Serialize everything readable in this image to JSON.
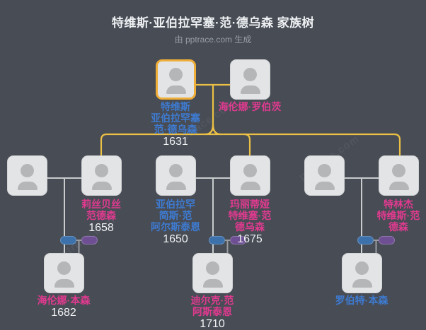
{
  "header": {
    "title": "特维斯·亚伯拉罕塞·范·德乌森 家族树",
    "subtitle": "由 pptrace.com 生成"
  },
  "watermark": "pptrace.com",
  "colors": {
    "background": "#474c55",
    "card_fill": "#e3e4e6",
    "avatar_gray": "#b5b6b8",
    "male_name": "#3e7bd2",
    "female_name": "#e23a90",
    "year_text": "#f1f2f4",
    "highlight_border": "#efae38",
    "lineage_line_yellow": "#ecc044",
    "spouse_line_gray": "#c9cbcd",
    "record_badge_blue": "#3c71ab",
    "record_badge_purple": "#6e4f93"
  },
  "people": {
    "root": {
      "name": "特维斯\n亚伯拉罕塞\n范·德乌森",
      "year": "1631"
    },
    "root-spouse": {
      "name": "海伦娜·罗伯茨",
      "year": ""
    },
    "spouse-a": {
      "name": "",
      "year": ""
    },
    "child-a": {
      "name": "莉丝贝丝\n范德森",
      "year": "1658"
    },
    "spouse-b": {
      "name": "亚伯拉罕\n简斯·范\n阿尔斯泰恩",
      "year": "1650"
    },
    "child-b": {
      "name": "玛丽蒂娅\n特维塞·范\n德乌森",
      "year": "1675"
    },
    "spouse-c": {
      "name": "",
      "year": ""
    },
    "child-c": {
      "name": "特林杰\n特维斯·范\n德森",
      "year": ""
    },
    "grandchild-a": {
      "name": "海伦娜·本森",
      "year": "1682"
    },
    "grandchild-b": {
      "name": "迪尔克·范\n阿斯泰恩",
      "year": "1710"
    },
    "grandchild-c": {
      "name": "罗伯特·本森",
      "year": ""
    }
  }
}
